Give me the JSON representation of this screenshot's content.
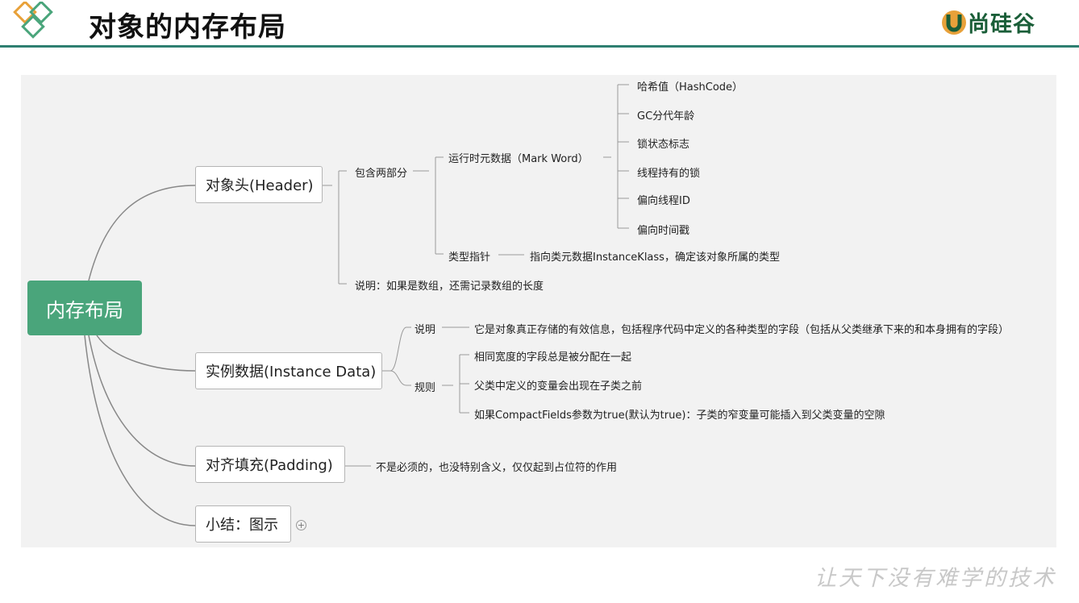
{
  "slide": {
    "title": "对象的内存布局"
  },
  "brand": {
    "name": "尚硅谷"
  },
  "watermark": "让天下没有难学的技术",
  "colors": {
    "accent": "#2e7f71",
    "root": "#4aa57b",
    "brand": "#1a5e38"
  },
  "mindmap": {
    "root": "内存布局",
    "header": {
      "label": "对象头(Header)",
      "contains": "包含两部分",
      "mark_word": "运行时元数据（Mark Word）",
      "mark_items": [
        "哈希值（HashCode）",
        "GC分代年龄",
        "锁状态标志",
        "线程持有的锁",
        "偏向线程ID",
        "偏向时间戳"
      ],
      "klass_pointer": "类型指针",
      "klass_desc": "指向类元数据InstanceKlass，确定该对象所属的类型",
      "note": "说明：如果是数组，还需记录数组的长度"
    },
    "instance": {
      "label": "实例数据(Instance Data)",
      "desc_label": "说明",
      "desc": "它是对象真正存储的有效信息，包括程序代码中定义的各种类型的字段（包括从父类继承下来的和本身拥有的字段）",
      "rules_label": "规则",
      "rules": [
        "相同宽度的字段总是被分配在一起",
        "父类中定义的变量会出现在子类之前",
        "如果CompactFields参数为true(默认为true)：子类的窄变量可能插入到父类变量的空隙"
      ]
    },
    "padding": {
      "label": "对齐填充(Padding)",
      "desc": "不是必须的，也没特别含义，仅仅起到占位符的作用"
    },
    "summary": {
      "label": "小结：图示"
    }
  }
}
